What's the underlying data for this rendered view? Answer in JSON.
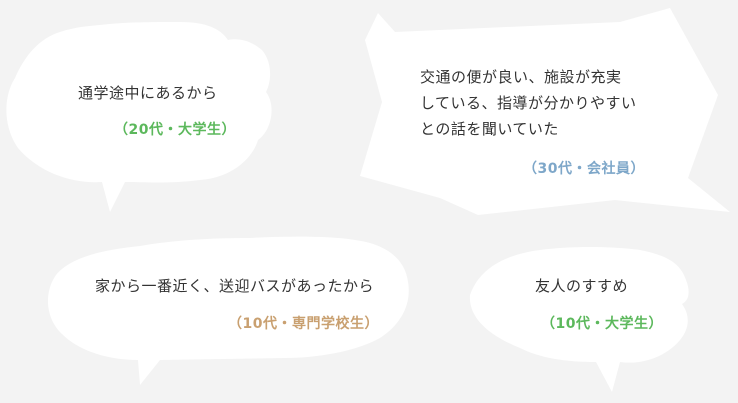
{
  "bubbles": [
    {
      "text_lines": [
        "通学途中にあるから"
      ],
      "attribution": "（20代・大学生）",
      "color": "#5cb85c"
    },
    {
      "text_lines": [
        "交通の便が良い、施設が充実",
        "している、指導が分かりやすい",
        "との話を聞いていた"
      ],
      "attribution": "（30代・会社員）",
      "color": "#7ea7c9"
    },
    {
      "text_lines": [
        "家から一番近く、送迎バスがあったから"
      ],
      "attribution": "（10代・専門学校生）",
      "color": "#c9a070"
    },
    {
      "text_lines": [
        "友人のすすめ"
      ],
      "attribution": "（10代・大学生）",
      "color": "#5cb85c"
    }
  ]
}
